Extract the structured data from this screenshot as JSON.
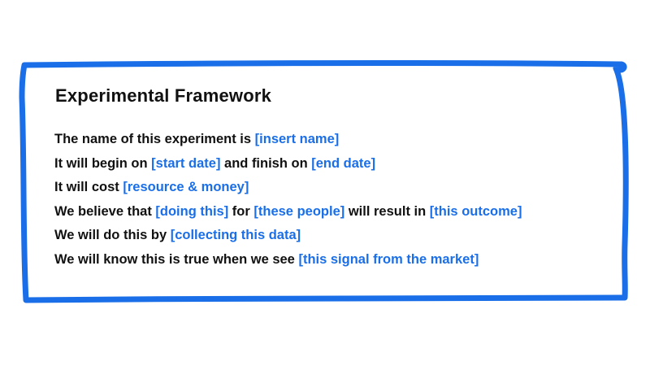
{
  "title": "Experimental Framework",
  "accent_color": "#1a6fe8",
  "lines": [
    {
      "parts": [
        "The name of this experiment is ",
        "[insert name]"
      ]
    },
    {
      "parts": [
        "It will begin on ",
        "[start date]",
        " and finish on ",
        "[end date]"
      ]
    },
    {
      "parts": [
        "It will cost ",
        "[resource & money]"
      ]
    },
    {
      "parts": [
        "We believe that ",
        "[doing this]",
        " for ",
        "[these people]",
        " will result in ",
        "[this outcome]"
      ]
    },
    {
      "parts": [
        "We will do this by ",
        "[collecting this data]"
      ]
    },
    {
      "parts": [
        "We will know this is true when we see ",
        "[this signal from the market]"
      ]
    }
  ]
}
